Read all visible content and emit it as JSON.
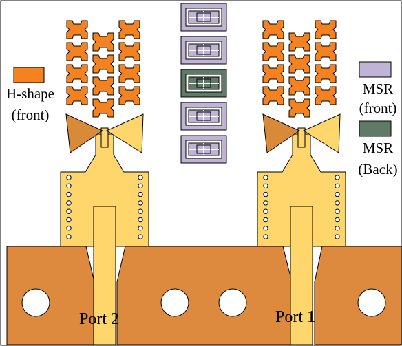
{
  "legend": {
    "hshape": {
      "label_line1": "H-shape",
      "label_line2": "(front)",
      "color": "#F58220"
    },
    "msr_front": {
      "label_line1": "MSR",
      "label_line2": "(front)",
      "color": "#BFB3D6"
    },
    "msr_back": {
      "label_line1": "MSR",
      "label_line2": "(Back)",
      "color": "#5F7A66"
    }
  },
  "ports": {
    "left": {
      "label": "Port 2"
    },
    "right": {
      "label": "Port 1"
    }
  },
  "colors": {
    "substrate": "#DE8A3E",
    "feed_metal": "#FFD66B",
    "patch_left": "#D98A38",
    "patch_right": "#FFD66B",
    "h_shape": "#F58220",
    "msr_front": "#BFB3D6",
    "msr_back": "#5F7A66",
    "outline": "#000000",
    "hole": "#FFFFFF"
  },
  "msr_pattern": [
    "front",
    "front",
    "back",
    "front",
    "front"
  ]
}
